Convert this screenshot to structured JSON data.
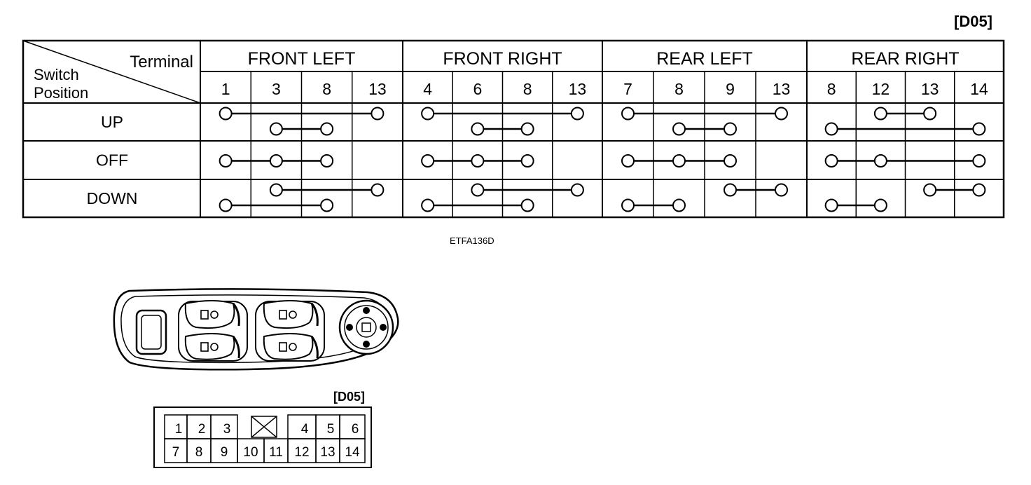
{
  "diagram_code": "[D05]",
  "figure_code": "ETFA136D",
  "connector_code": "[D05]",
  "header": {
    "terminal_label": "Terminal",
    "switch_label": "Switch",
    "position_label": "Position"
  },
  "groups": [
    {
      "name": "FRONT LEFT",
      "terminals": [
        "1",
        "3",
        "8",
        "13"
      ]
    },
    {
      "name": "FRONT RIGHT",
      "terminals": [
        "4",
        "6",
        "8",
        "13"
      ]
    },
    {
      "name": "REAR LEFT",
      "terminals": [
        "7",
        "8",
        "9",
        "13"
      ]
    },
    {
      "name": "REAR RIGHT",
      "terminals": [
        "8",
        "12",
        "13",
        "14"
      ]
    }
  ],
  "rows": [
    {
      "label": "UP",
      "connections": [
        [
          {
            "cols": [
              0,
              3
            ],
            "level": "top"
          },
          {
            "cols": [
              1,
              2
            ],
            "level": "bottom"
          }
        ],
        [
          {
            "cols": [
              0,
              3
            ],
            "level": "top"
          },
          {
            "cols": [
              1,
              2
            ],
            "level": "bottom"
          }
        ],
        [
          {
            "cols": [
              0,
              3
            ],
            "level": "top"
          },
          {
            "cols": [
              1,
              2
            ],
            "level": "bottom"
          }
        ],
        [
          {
            "cols": [
              1,
              2
            ],
            "level": "top"
          },
          {
            "cols": [
              0,
              3
            ],
            "level": "bottom"
          }
        ]
      ]
    },
    {
      "label": "OFF",
      "connections": [
        [
          {
            "cols": [
              0,
              1,
              2
            ],
            "level": "middle"
          }
        ],
        [
          {
            "cols": [
              0,
              1,
              2
            ],
            "level": "middle"
          }
        ],
        [
          {
            "cols": [
              0,
              1,
              2
            ],
            "level": "middle"
          }
        ],
        [
          {
            "cols": [
              0,
              1,
              3
            ],
            "level": "middle"
          }
        ]
      ]
    },
    {
      "label": "DOWN",
      "connections": [
        [
          {
            "cols": [
              1,
              3
            ],
            "level": "top"
          },
          {
            "cols": [
              0,
              2
            ],
            "level": "bottom"
          }
        ],
        [
          {
            "cols": [
              1,
              3
            ],
            "level": "top"
          },
          {
            "cols": [
              0,
              2
            ],
            "level": "bottom"
          }
        ],
        [
          {
            "cols": [
              2,
              3
            ],
            "level": "top"
          },
          {
            "cols": [
              0,
              1
            ],
            "level": "bottom"
          }
        ],
        [
          {
            "cols": [
              2,
              3
            ],
            "level": "top"
          },
          {
            "cols": [
              0,
              1
            ],
            "level": "bottom"
          }
        ]
      ]
    }
  ],
  "connector": {
    "top_row": [
      "1",
      "2",
      "3",
      "",
      "4",
      "5",
      "6"
    ],
    "bottom_row": [
      "7",
      "8",
      "9",
      "10",
      "11",
      "12",
      "13",
      "14"
    ]
  },
  "icons": {
    "switch_body": "power-window-switch-icon",
    "blank_cell": "x-cross-icon"
  }
}
